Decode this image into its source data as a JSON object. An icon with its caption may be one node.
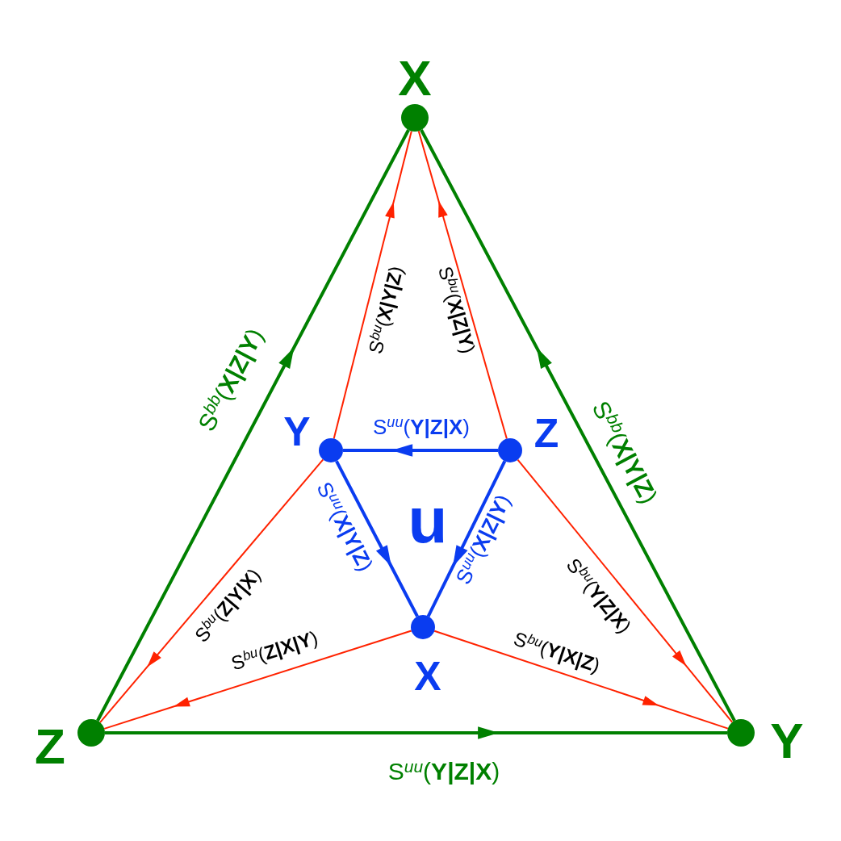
{
  "diagram": {
    "nodes": [
      {
        "text": [],
        "shape": "circle",
        "beside": [
          "X"
        ]
      },
      {
        "text": [],
        "shape": "circle",
        "beside": [
          "Z"
        ]
      },
      {
        "text": [],
        "shape": "circle",
        "beside": [
          "Y"
        ]
      },
      {
        "text": [],
        "shape": "circle",
        "beside": [
          "Y"
        ]
      },
      {
        "text": [],
        "shape": "circle",
        "beside": [
          "Z"
        ]
      },
      {
        "text": [],
        "shape": "circle",
        "beside": [
          "X"
        ]
      }
    ],
    "edges": [
      {
        "from": 1,
        "to": 0,
        "arrow": "to",
        "label": "S$^{bb}$(**X|Z|Y**)",
        "style": "thick",
        "color": "#008000"
      },
      {
        "from": 2,
        "to": 0,
        "arrow": "to",
        "label": "S$^{bb}$(**X|Y|Z**)",
        "style": "thick",
        "color": "#008000"
      },
      {
        "from": 1,
        "to": 2,
        "arrow": "to",
        "label": "S$^{uu}$(**Y|Z|X**)",
        "style": "thick",
        "color": "#008000"
      },
      {
        "from": 4,
        "to": 3,
        "arrow": "to",
        "label": "S$^{uu}$(**Y|Z|X**)",
        "style": "thick",
        "color": "#0a3cf0"
      },
      {
        "from": 3,
        "to": 5,
        "arrow": "to",
        "label": "S$^{uu}$(**X|Y|Z**)",
        "style": "thick",
        "color": "#0a3cf0"
      },
      {
        "from": 4,
        "to": 5,
        "arrow": "to",
        "label": "S$^{uu}$(**X|Z|Y**)",
        "style": "thick",
        "color": "#0a3cf0"
      },
      {
        "from": 3,
        "to": 0,
        "arrow": "to",
        "label": "S$^{bu}$(**X|Y|Z**)"
      },
      {
        "from": 4,
        "to": 0,
        "arrow": "to",
        "label": "S$^{bu}$(**X|Z|Y**)"
      },
      {
        "from": 3,
        "to": 1,
        "arrow": "to",
        "label": "S$^{bu}$(**Z|Y|X**)"
      },
      {
        "from": 5,
        "to": 1,
        "arrow": "to",
        "label": "S$^{bu}$(**Z|X|Y**)"
      },
      {
        "from": 5,
        "to": 2,
        "arrow": "to",
        "label": "S$^{bu}$(**Y|X|Z**)"
      },
      {
        "from": 4,
        "to": 2,
        "arrow": "to",
        "label": "S$^{bu}$(**Y|Z|X**)"
      }
    ],
    "labels": [
      "u"
    ]
  }
}
